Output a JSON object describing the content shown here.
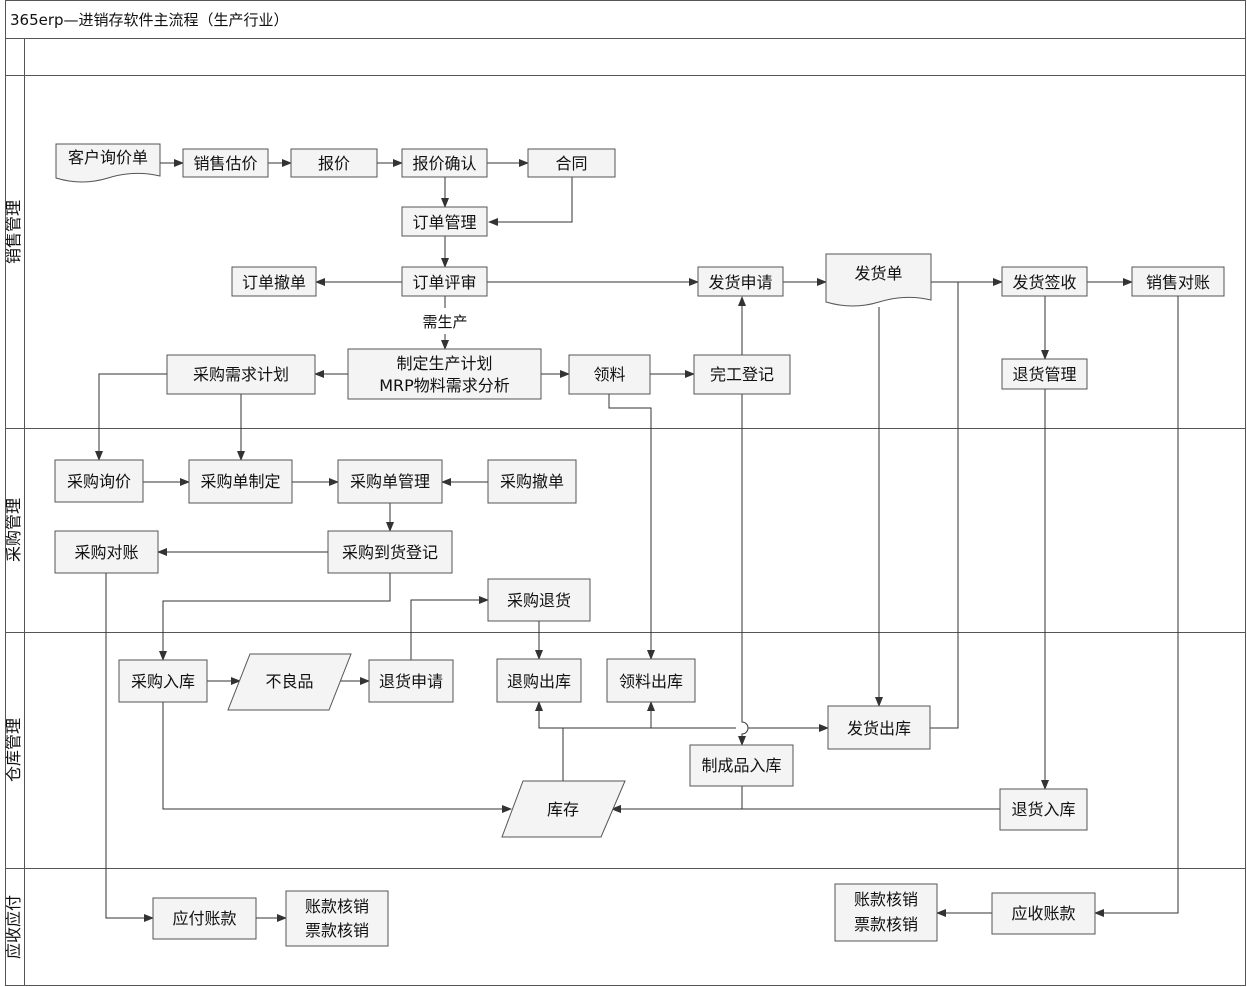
{
  "title": "365erp—进销存软件主流程（生产行业）",
  "lanes": {
    "sales": "销售管理",
    "purchase": "采购管理",
    "warehouse": "仓库管理",
    "finance": "应收应付"
  },
  "sales": {
    "customer_inquiry": "客户询价单",
    "sales_estimate": "销售估价",
    "quote": "报价",
    "quote_confirm": "报价确认",
    "contract": "合同",
    "order_mgmt": "订单管理",
    "order_cancel": "订单撤单",
    "order_review": "订单评审",
    "needs_production": "需生产",
    "production_plan_line1": "制定生产计划",
    "production_plan_line2": "MRP物料需求分析",
    "purchase_plan": "采购需求计划",
    "material_pick": "领料",
    "completion_reg": "完工登记",
    "ship_request": "发货申请",
    "ship_note": "发货单",
    "ship_sign": "发货签收",
    "sales_recon": "销售对账",
    "return_mgmt": "退货管理"
  },
  "purchase": {
    "inquiry": "采购询价",
    "po_create": "采购单制定",
    "po_mgmt": "采购单管理",
    "po_cancel": "采购撤单",
    "recon": "采购对账",
    "arrival": "采购到货登记",
    "return": "采购退货"
  },
  "warehouse": {
    "inbound": "采购入库",
    "defective": "不良品",
    "return_request": "退货申请",
    "return_outbound": "退购出库",
    "pick_outbound": "领料出库",
    "ship_outbound": "发货出库",
    "finished_inbound": "制成品入库",
    "stock": "库存",
    "return_inbound": "退货入库"
  },
  "finance": {
    "payable": "应付账款",
    "pay_writeoff_line1": "账款核销",
    "pay_writeoff_line2": "票款核销",
    "receivable": "应收账款",
    "recv_writeoff_line1": "账款核销",
    "recv_writeoff_line2": "票款核销"
  }
}
